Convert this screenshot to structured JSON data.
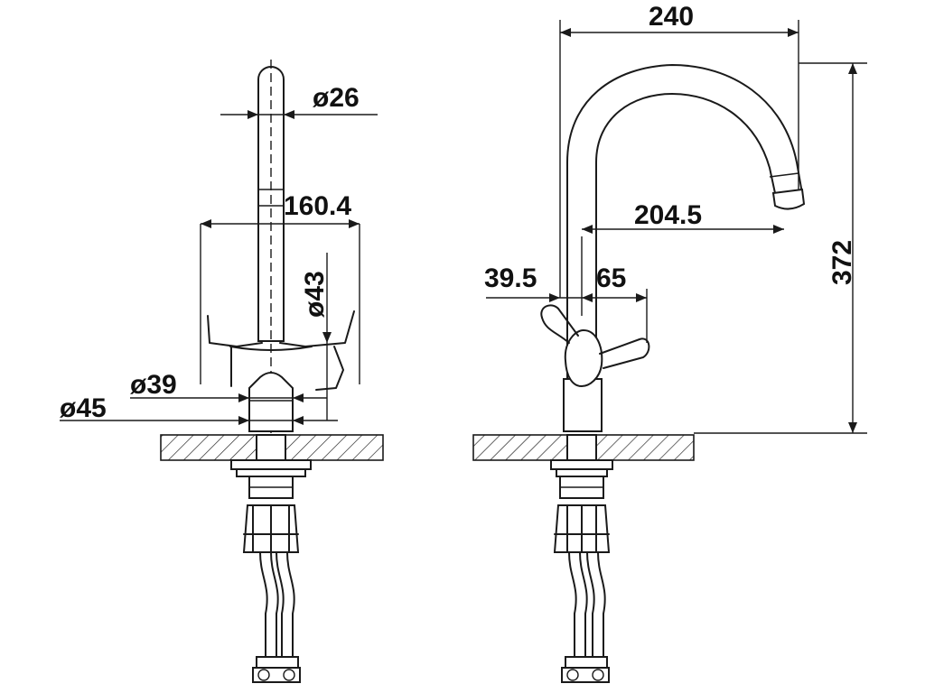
{
  "colors": {
    "line": "#1a1a1a",
    "background": "#ffffff"
  },
  "front_view": {
    "dimensions": {
      "spout_diameter": "ø26",
      "handle_width": "160.4",
      "body_diameter": "ø43",
      "collar_diameter": "ø39",
      "base_diameter": "ø45"
    }
  },
  "side_view": {
    "dimensions": {
      "spout_reach_total": "240",
      "spout_reach_outlet": "204.5",
      "lever_back": "39.5",
      "lever_front": "65",
      "total_height": "372"
    }
  }
}
